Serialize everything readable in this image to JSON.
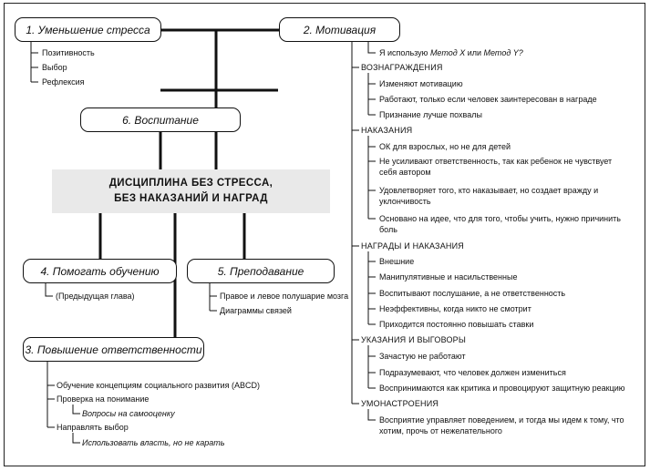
{
  "central": {
    "line1": "ДИСЦИПЛИНА БЕЗ СТРЕССА,",
    "line2": "БЕЗ НАКАЗАНИЙ И НАГРАД"
  },
  "boxes": {
    "stress": "1. Уменьшение стресса",
    "motivation": "2. Мотивация",
    "upbringing": "6. Воспитание",
    "help_learning": "4. Помогать обучению",
    "teaching": "5. Преподавание",
    "responsibility": "3. Повышение ответственности"
  },
  "stress_items": [
    "Позитивность",
    "Выбор",
    "Рефлексия"
  ],
  "help_learning_items": [
    "(Предыдущая глава)"
  ],
  "teaching_items": [
    "Правое и левое полушарие мозга",
    "Диаграммы связей"
  ],
  "responsibility": {
    "item1": "Обучение концепциям социального развития (ABCD)",
    "item2": "Проверка на понимание",
    "item2_sub": "Вопросы на самооценку",
    "item3": "Направлять выбор",
    "item3_sub": "Использовать власть, но не карать"
  },
  "motivation": {
    "method_prefix": "Я использую ",
    "method_x": "Метод X",
    "method_mid": " или ",
    "method_y": "Метод Y?",
    "sections": [
      {
        "heading": "ВОЗНАГРАЖДЕНИЯ",
        "items": [
          "Изменяют мотивацию",
          "Работают, только если человек заинтересован в награде",
          "Признание лучше похвалы"
        ]
      },
      {
        "heading": "НАКАЗАНИЯ",
        "items": [
          "ОК для взрослых, но не для детей",
          "Не усиливают ответственность, так как ребенок не чувствует себя автором",
          "Удовлетворяет того, кто наказывает, но создает вражду и уклончивость",
          "Основано на идее, что для того, чтобы учить, нужно причинить боль"
        ]
      },
      {
        "heading": "НАГРАДЫ И НАКАЗАНИЯ",
        "items": [
          "Внешние",
          "Манипулятивные и насильственные",
          "Воспитывают послушание, а не ответственность",
          "Неэффективны, когда никто не смотрит",
          "Приходится постоянно повышать ставки"
        ]
      },
      {
        "heading": "УКАЗАНИЯ И ВЫГОВОРЫ",
        "items": [
          "Зачастую не работают",
          "Подразумевают, что человек должен измениться",
          "Воспринимаются как критика и провоцируют защитную реакцию"
        ]
      },
      {
        "heading": "УМОНАСТРОЕНИЯ",
        "items": [
          "Восприятие управляет поведением, и тогда мы идем к тому, что хотим, прочь от нежелательного"
        ]
      }
    ]
  }
}
